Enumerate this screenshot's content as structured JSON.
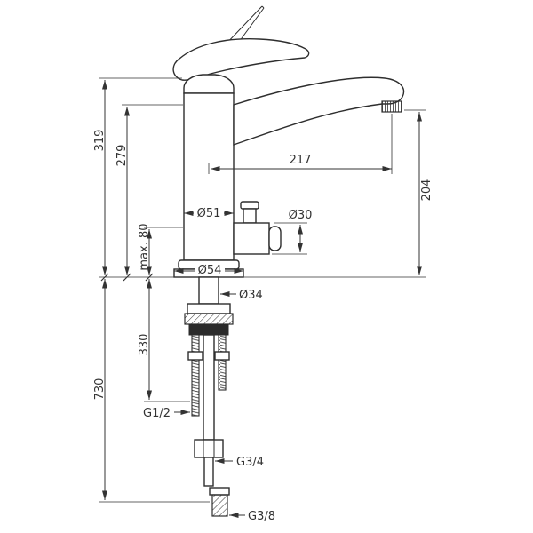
{
  "page": {
    "background_color": "#ffffff",
    "line_color": "#333333"
  },
  "diagram": {
    "type": "technical-dimension-drawing",
    "subject": "single-lever kitchen faucet with mounting hardware and supply hoses",
    "dimensions": {
      "height_total": "319",
      "spout_height": "279",
      "max_thickness": "max. 80",
      "below_counter": "330",
      "total_length": "730",
      "spout_reach": "217",
      "outlet_height": "204",
      "body_diameter": "Ø51",
      "valve_diameter": "Ø30",
      "base_diameter": "Ø54",
      "shank_diameter": "Ø34",
      "inlet_thread": "G1/2",
      "hose_thread": "G3/4",
      "supply_thread": "G3/8"
    }
  }
}
